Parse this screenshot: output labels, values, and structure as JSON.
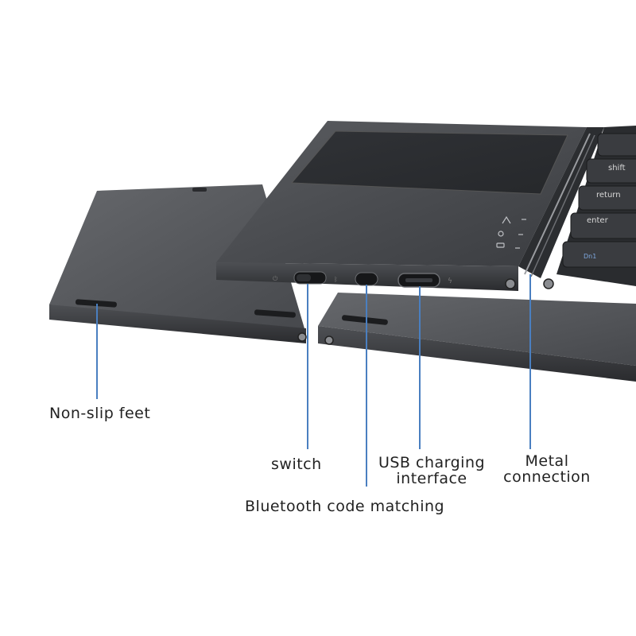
{
  "colors": {
    "callout_line": "#4a7fc0",
    "device_body": "#3c3e42",
    "background": "#ffffff"
  },
  "callouts": {
    "non_slip_feet": "Non-slip feet",
    "switch": "switch",
    "usb_line1": "USB charging",
    "usb_line2": "interface",
    "metal_line1": "Metal",
    "metal_line2": "connection",
    "bluetooth": "Bluetooth code matching"
  },
  "keys": {
    "shift": "shift",
    "return": "return",
    "enter": "enter",
    "fn": "Dn1"
  }
}
